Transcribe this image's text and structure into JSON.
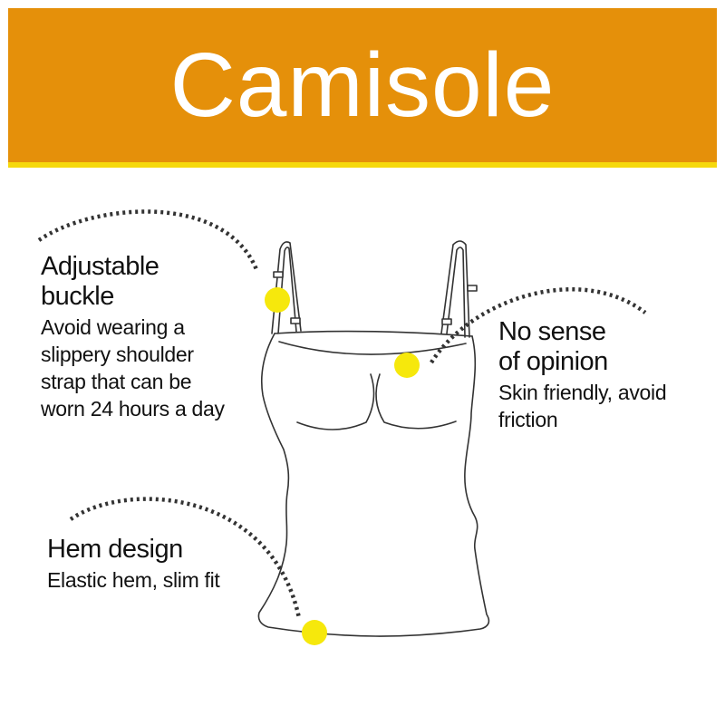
{
  "title": "Camisole",
  "colors": {
    "banner": "#E5900A",
    "stripe": "#F6D90C",
    "marker": "#F6E80C",
    "line": "#333333"
  },
  "features": [
    {
      "title_lines": [
        "Adjustable",
        "buckle"
      ],
      "desc_lines": [
        "Avoid wearing a",
        "slippery shoulder",
        "strap that can be",
        "worn 24 hours a day"
      ]
    },
    {
      "title_lines": [
        "No sense",
        "of opinion"
      ],
      "desc_lines": [
        "Skin friendly, avoid",
        "friction"
      ]
    },
    {
      "title_lines": [
        "Hem design"
      ],
      "desc_lines": [
        "Elastic hem, slim fit"
      ]
    }
  ]
}
